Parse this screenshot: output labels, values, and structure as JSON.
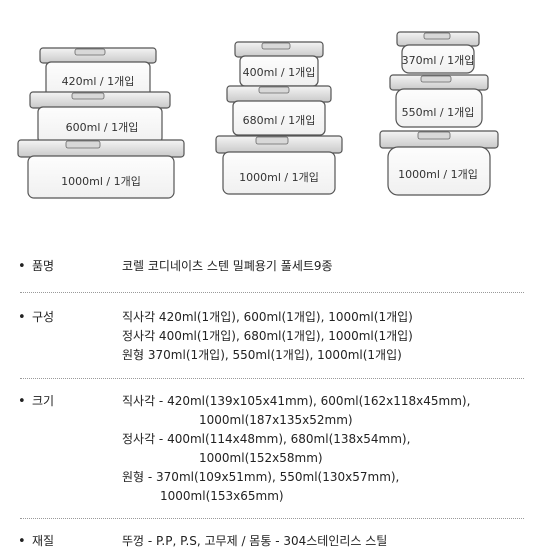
{
  "containers": [
    {
      "shape": "rect",
      "label": "420ml / 1개입"
    },
    {
      "shape": "rect",
      "label": "600ml / 1개입"
    },
    {
      "shape": "rect",
      "label": "1000ml / 1개입"
    },
    {
      "shape": "square",
      "label": "400ml / 1개입"
    },
    {
      "shape": "square",
      "label": "680ml / 1개입"
    },
    {
      "shape": "square",
      "label": "1000ml / 1개입"
    },
    {
      "shape": "round",
      "label": "370ml / 1개입"
    },
    {
      "shape": "round",
      "label": "550ml / 1개입"
    },
    {
      "shape": "round",
      "label": "1000ml / 1개입"
    }
  ],
  "spec": {
    "bullet": "•",
    "product_name": {
      "label": "품명",
      "value": "코렐 코디네이츠 스텐 밀폐용기 풀세트9종"
    },
    "composition": {
      "label": "구성",
      "lines": [
        "직사각 420ml(1개입), 600ml(1개입), 1000ml(1개입)",
        "정사각 400ml(1개입), 680ml(1개입), 1000ml(1개입)",
        "원형 370ml(1개입), 550ml(1개입), 1000ml(1개입)"
      ]
    },
    "size": {
      "label": "크기",
      "lines": [
        "직사각 - 420ml(139x105x41mm), 600ml(162x118x45mm),",
        "1000ml(187x135x52mm)",
        "정사각 - 400ml(114x48mm), 680ml(138x54mm),",
        "1000ml(152x58mm)",
        "원형 - 370ml(109x51mm), 550ml(130x57mm),",
        "1000ml(153x65mm)"
      ]
    },
    "material": {
      "label": "재질",
      "value": "뚜껑 - P.P, P.S, 고무제  /  몸통 - 304스테인리스 스틸"
    }
  },
  "colors": {
    "outline": "#555555",
    "lid": "#6b6b6b",
    "separator": "#9a9a9a"
  }
}
